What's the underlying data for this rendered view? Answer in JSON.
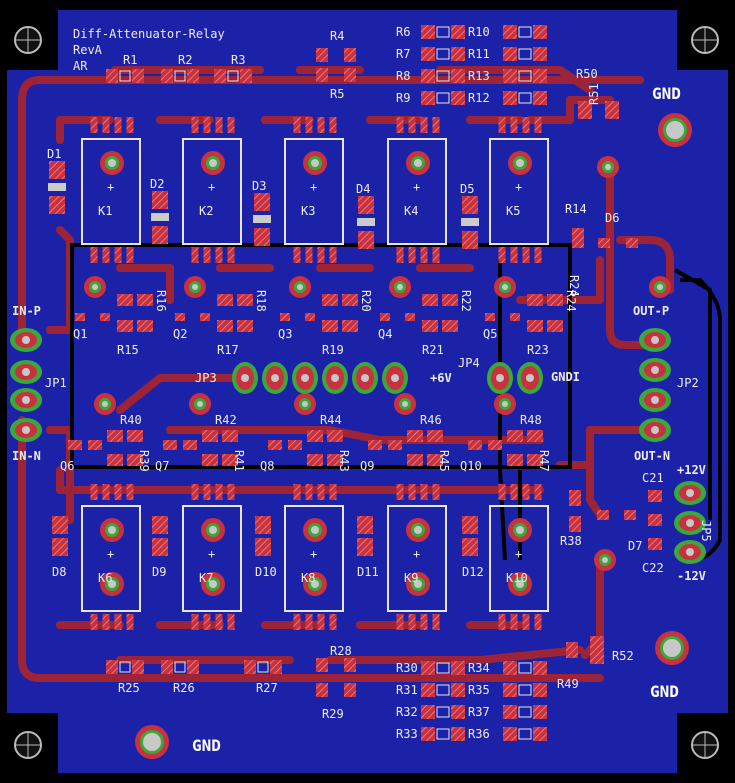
{
  "board": {
    "title": [
      "Diff-Attenuator-Relay",
      "RevA",
      "AR"
    ],
    "colors": {
      "background": "#000000",
      "ground_plane": "#1c22a8",
      "top_copper": "#9c2436",
      "pad": "#c8323f",
      "silkscreen": "#e6e6e6",
      "via_ring": "#3aa83a"
    }
  },
  "power_labels": {
    "gnd_top": "GND",
    "gnd_bottom_right": "GND",
    "gnd_bottom_left": "GND",
    "v6": "+6V",
    "gndi": "GNDI",
    "p12": "+12V",
    "m12": "-12V"
  },
  "connectors": {
    "jp1": "JP1",
    "jp2": "JP2",
    "jp3": "JP3",
    "jp4": "JP4",
    "jp5": "JP5",
    "in_p": "IN-P",
    "in_n": "IN-N",
    "out_p": "OUT-P",
    "out_n": "OUT-N"
  },
  "relays_top": [
    "K1",
    "K2",
    "K3",
    "K4",
    "K5"
  ],
  "relays_bottom": [
    "K6",
    "K7",
    "K8",
    "K9",
    "K10"
  ],
  "diodes_top": [
    "D1",
    "D2",
    "D3",
    "D4",
    "D5"
  ],
  "diodes_bottom": [
    "D8",
    "D9",
    "D10",
    "D11",
    "D12"
  ],
  "diodes_misc": [
    "D6",
    "D7"
  ],
  "transistors_top": [
    "Q1",
    "Q2",
    "Q3",
    "Q4",
    "Q5"
  ],
  "transistors_bottom": [
    "Q6",
    "Q7",
    "Q8",
    "Q9",
    "Q10"
  ],
  "capacitors": [
    "C21",
    "C22"
  ],
  "resistors": {
    "top_row": [
      "R1",
      "R2",
      "R3"
    ],
    "r4": "R4",
    "r5": "R5",
    "left_array": [
      "R6",
      "R7",
      "R8",
      "R9"
    ],
    "right_array": [
      "R10",
      "R11",
      "R13",
      "R12"
    ],
    "r50": "R50",
    "r51": "R51",
    "r14": "R14",
    "driver_top": [
      "R16",
      "R15",
      "R18",
      "R17",
      "R20",
      "R19",
      "R22",
      "R21",
      "R24",
      "R23"
    ],
    "driver_bottom": [
      "R40",
      "R39",
      "R42",
      "R41",
      "R44",
      "R43",
      "R46",
      "R45",
      "R48",
      "R47"
    ],
    "r38": "R38",
    "bottom_row": [
      "R25",
      "R26",
      "R27"
    ],
    "r28": "R28",
    "r29": "R29",
    "bl_array": [
      "R30",
      "R31",
      "R32",
      "R33"
    ],
    "br_array": [
      "R34",
      "R35",
      "R37",
      "R36"
    ],
    "r49": "R49",
    "r52": "R52"
  }
}
